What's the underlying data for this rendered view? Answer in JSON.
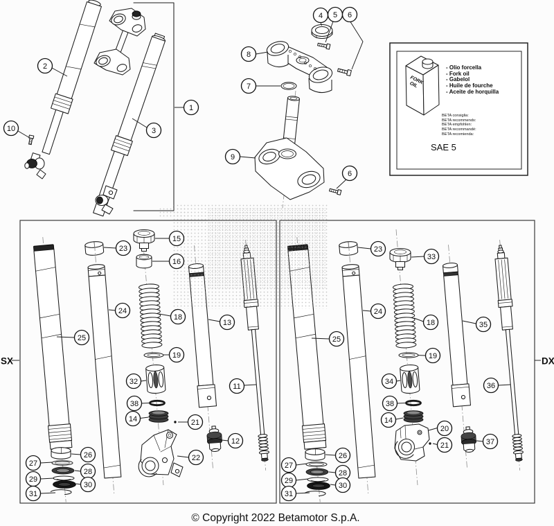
{
  "page": {
    "copyright": "© Copyright 2022 Betamotor S.p.A."
  },
  "labels": {
    "left_box": "SX",
    "right_box": "DX"
  },
  "oil_info_box": {
    "bottle": {
      "line1": "FORK",
      "line2": "OIL"
    },
    "oil_names": [
      "- Olio forcella",
      "- Fork oil",
      "- Gabelol",
      "- Huile de fourche",
      "- Aceite de horquilla"
    ],
    "recommendations": [
      "BETA consiglia:",
      "BETA recommends:",
      "BETA empfohlen:",
      "BETA recommandé:",
      "BETA recomienda:"
    ],
    "oil_grade": "SAE 5"
  },
  "callouts": {
    "assembly": {
      "n1": "1",
      "n2": "2",
      "n3": "3",
      "n10": "10"
    },
    "steering": {
      "n4": "4",
      "n5": "5",
      "n6_top": "6",
      "n6_bottom": "6",
      "n7": "7",
      "n8": "8",
      "n9": "9"
    },
    "sx": {
      "n11": "11",
      "n12": "12",
      "n13": "13",
      "n14": "14",
      "n15": "15",
      "n16": "16",
      "n18": "18",
      "n19": "19",
      "n21": "21",
      "n22": "22",
      "n23": "23",
      "n24": "24",
      "n25": "25",
      "n26": "26",
      "n27": "27",
      "n28": "28",
      "n29": "29",
      "n30": "30",
      "n31": "31",
      "n32": "32",
      "n38": "38"
    },
    "dx": {
      "n14": "14",
      "n18": "18",
      "n19": "19",
      "n20": "20",
      "n21": "21",
      "n23": "23",
      "n24": "24",
      "n25": "25",
      "n26": "26",
      "n27": "27",
      "n28": "28",
      "n29": "29",
      "n30": "30",
      "n31": "31",
      "n33": "33",
      "n34": "34",
      "n35": "35",
      "n36": "36",
      "n37": "37",
      "n38": "38"
    }
  }
}
